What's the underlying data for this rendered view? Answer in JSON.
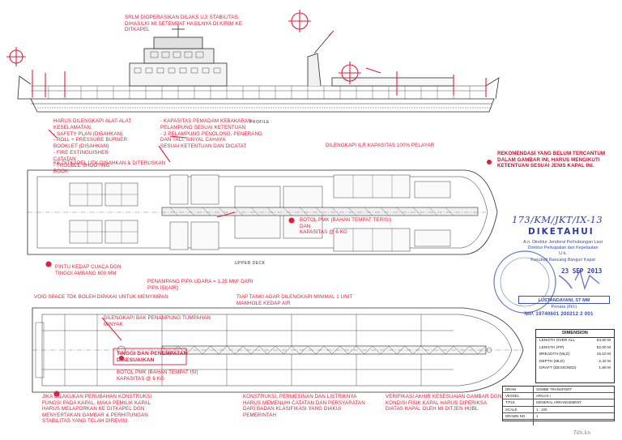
{
  "annotations": {
    "top_left": "SRLM DIOPERASIKAN DILAKS UJI STABILITAS,\nDIHASILKI MI SETEMPAT HASILNYA DI KIRIM KE\nDITKAPEL",
    "profile_label": "PROFILE",
    "checklist": "HARUS DILENGKAPI ALAT-ALAT KESELAMATAN:\n- SAFETY PLAN (DISAHKAN)\n- ROLL + PRESSURE BURNER\n  BOOKLET (DISAHKAN)\n- FIRE EXTINGUISHER\n  CATATAN\n- TROUBLE SHOOTING\n  BOOK",
    "checklist_right": "- KAPASITAS PEMADAM KEBAKARAN\n  PELAMPUNG SESUAI KETENTUAN\n- 2 PELAMPUNG PENOLONG, PENERANG\n  DAN TALI, SINYAL CAHAYA\n  SESUAI KETENTUAN DAN DICATAT",
    "ditkapel_note": "KE DITKAPEL UTK DISAHKAN & DITERUSKAN",
    "capacity_note": "DILENGKAPI ILR KAPASITAS 100% PELAYAR",
    "recommendation": "REKOMENDASI YANG BELUM TERCANTUM\nDALAM GAMBAR INI, HARUS MENGIKUTI\nKETENTUAN SESUAI JENIS KAPAL INI.",
    "bottle_note": "BOTOL PMK (BAHAN TEMPAT TERISI) DAN\nKAPASITAS @ 6 KG",
    "upper_deck_label": "UPPER DECK",
    "door_note": "PINTU KEDAP CUACA DGN\nTINGGI AMBANG 600 MM",
    "vent_note": "PENAMPANG PIPA UDARA = 1,25 mm² DARI\nPIPA ISI(AIR)",
    "void_space": "VOID SPACE TDK BOLEH DIPAKAI UNTUK MENYIMPAN",
    "manhole_note": "TIAP TANKI AGAR DILENGKAPI MINIMAL 1 UNIT\nMANHOLE KEDAP AIR",
    "oil_tank_note": "DILENGKAPI BAK PENAMPUNG TUMPAHAN\nMINYAK",
    "adjust_note": "TINGGI DAN PENEMPATAN\nDISESUAIKAN",
    "bottle_note_2": "BOTOL PMK (BAHAN TEMPAT ISI)\nKAPASITAS @ 6 KG",
    "bottom_1": "JIKA DILAKUKAN PERUBAHAN KONSTRUKSI\nFUNGSI PADA KAPAL, MAKA PEMILIK KAPAL\nHARUS MELAPORKAN KE DITKAPEL DGN\nMENYERTAKAN GAMBAR & PERHITUNGAN\nSTABILITAS YANG TELAH DIREVISI",
    "bottom_2": "KONSTRUKSI, PERMESINAN DAN LISTRIKNYA\nHARUS MEMENUHI CATATAN DAN PERSYARATAN\nDARI BADAN KLASIFIKASI YANG DIAKUI\nPEMERINTAH",
    "bottom_3": "VERIFIKASI AKHIR KESESUAIAN GAMBAR DGN\nKONDISI FISIK KAPAL HARUS DIPERIKSA\nDIATAS KAPAL OLEH MI DITJEN HUBL"
  },
  "stamp": {
    "handwritten_number": "173/KM/JKT/IX-13",
    "title": "DIKETAHUI",
    "authority": "A.n. Direktur Jenderal Perhubungan Laut\nDirektur Perkapalan dan Kepelautan\nU.b.\nKasubdit Rancang Bangun Kapal",
    "date": "23 SEP 2013",
    "signer_name": "LUSTANDAYANI, ST MM",
    "signer_role": "Penata (III/c)",
    "signer_nip": "NIP. 19740601 200212 2 001"
  },
  "dimension": {
    "title": "DIMENSION",
    "rows": [
      {
        "label": "LENGTH OVER ALL",
        "value": "54,60 M"
      },
      {
        "label": "LENGTH (PP)",
        "value": "52,00 M"
      },
      {
        "label": "BREADTH (MLD)",
        "value": "15,10 M"
      },
      {
        "label": "DEPTH (MLD)",
        "value": "2,42 M"
      },
      {
        "label": "DRAFT (DESIGNED)",
        "value": "1,80 M"
      }
    ]
  },
  "title_block": {
    "rows": [
      {
        "label": "DRAW",
        "value": "SOMBE TRANSPORT"
      },
      {
        "label": "VESSEL",
        "value": "ARGAS I"
      },
      {
        "label": "TITLE",
        "value": "GENERAL ARRANGEMENT"
      },
      {
        "label": "SCALE",
        "value": "1 : 100"
      },
      {
        "label": "DRAWN NO.",
        "value": "1"
      },
      {
        "label": "",
        "value": ""
      }
    ]
  },
  "footer": "Tdn.kn",
  "colors": {
    "red_ink": "#e0203c",
    "blue_ink": "#3a4fb0",
    "line": "#2a2a2a"
  }
}
